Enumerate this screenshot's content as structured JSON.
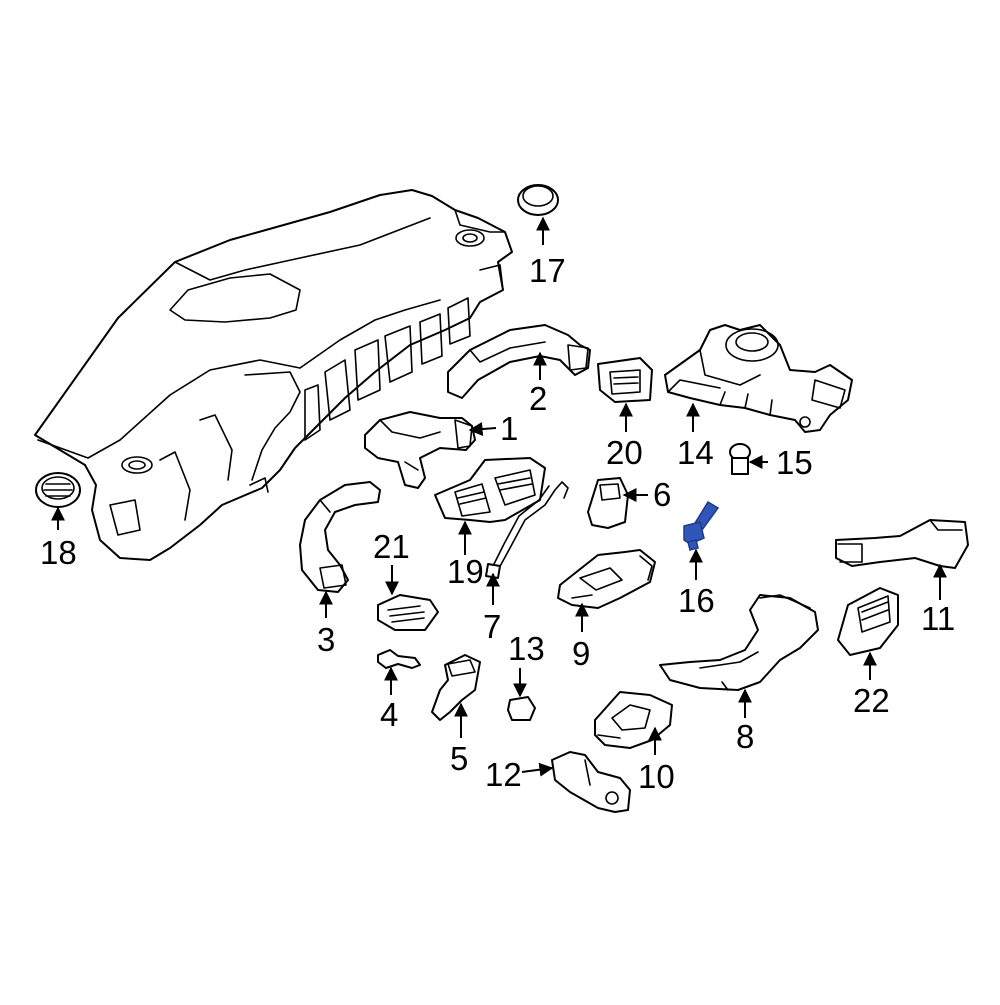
{
  "colors": {
    "line": "#000000",
    "background": "#ffffff",
    "highlight": "#2f56b8"
  },
  "parts": [
    {
      "id": "1",
      "label": "1"
    },
    {
      "id": "2",
      "label": "2"
    },
    {
      "id": "3",
      "label": "3"
    },
    {
      "id": "4",
      "label": "4"
    },
    {
      "id": "5",
      "label": "5"
    },
    {
      "id": "6",
      "label": "6"
    },
    {
      "id": "7",
      "label": "7"
    },
    {
      "id": "8",
      "label": "8"
    },
    {
      "id": "9",
      "label": "9"
    },
    {
      "id": "10",
      "label": "10"
    },
    {
      "id": "11",
      "label": "11"
    },
    {
      "id": "12",
      "label": "12"
    },
    {
      "id": "13",
      "label": "13"
    },
    {
      "id": "14",
      "label": "14"
    },
    {
      "id": "15",
      "label": "15"
    },
    {
      "id": "16",
      "label": "16",
      "highlighted": true
    },
    {
      "id": "17",
      "label": "17"
    },
    {
      "id": "18",
      "label": "18"
    },
    {
      "id": "19",
      "label": "19"
    },
    {
      "id": "20",
      "label": "20"
    },
    {
      "id": "21",
      "label": "21"
    },
    {
      "id": "22",
      "label": "22"
    }
  ]
}
